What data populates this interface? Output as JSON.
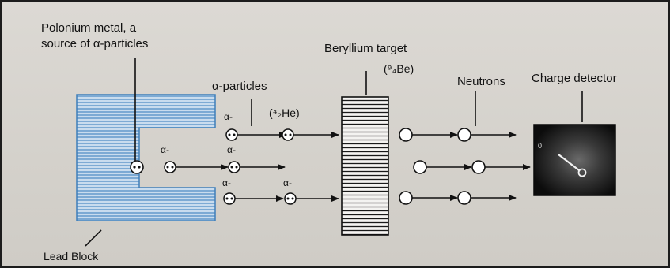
{
  "labels": {
    "polonium_line1": "Polonium metal, a",
    "polonium_line2": "source of α-particles",
    "alpha_particles": "α-particles",
    "helium_symbol": "(⁴₂He)",
    "beryllium_title": "Beryllium target",
    "beryllium_symbol": "(⁹₄Be)",
    "neutrons": "Neutrons",
    "charge_detector": "Charge detector",
    "lead_block": "Lead Block",
    "alpha_short": "α-",
    "detector_zero": "0"
  },
  "colors": {
    "lead_block_fill": "#c9dcee",
    "lead_block_lines": "#4a88c2",
    "ink": "#111111",
    "detector_bg": "#101010"
  }
}
